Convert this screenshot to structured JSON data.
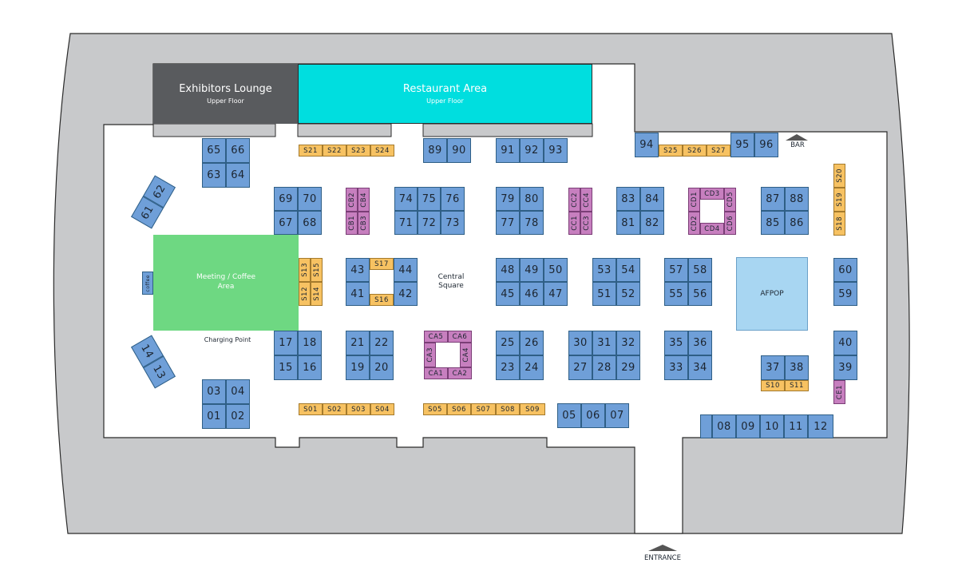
{
  "areas": {
    "exhibitors_lounge": {
      "title": "Exhibitors Lounge",
      "subtitle": "Upper Floor"
    },
    "restaurant": {
      "title": "Restaurant Area",
      "subtitle": "Upper Floor"
    },
    "meeting": {
      "title": "Meeting / Coffee\nArea"
    },
    "afpop": {
      "title": "AFPOP"
    },
    "coffee": {
      "title": "coffee"
    }
  },
  "labels": {
    "central_square": "Central\nSquare",
    "charging_point": "Charging Point",
    "bar": "BAR",
    "entrance": "ENTRANCE"
  },
  "booths": {
    "row_top": [
      "65",
      "66",
      "63",
      "64",
      "89",
      "90",
      "91",
      "92",
      "93",
      "94",
      "95",
      "96"
    ],
    "row2": [
      "69",
      "70",
      "67",
      "68",
      "74",
      "75",
      "76",
      "71",
      "72",
      "73",
      "79",
      "80",
      "77",
      "78",
      "83",
      "84",
      "81",
      "82",
      "87",
      "88",
      "85",
      "86"
    ],
    "row3": [
      "43",
      "44",
      "41",
      "42",
      "48",
      "49",
      "50",
      "45",
      "46",
      "47",
      "53",
      "54",
      "51",
      "52",
      "57",
      "58",
      "55",
      "56",
      "60",
      "59"
    ],
    "row4": [
      "17",
      "18",
      "15",
      "16",
      "21",
      "22",
      "19",
      "20",
      "25",
      "26",
      "23",
      "24",
      "30",
      "31",
      "32",
      "27",
      "28",
      "29",
      "35",
      "36",
      "33",
      "34",
      "37",
      "38",
      "40",
      "39"
    ],
    "row5": [
      "03",
      "04",
      "01",
      "02",
      "05",
      "06",
      "07",
      "08",
      "09",
      "10",
      "11",
      "12"
    ],
    "angled": [
      "61",
      "62",
      "14",
      "13"
    ],
    "sponsors": [
      "S01",
      "S02",
      "S03",
      "S04",
      "S05",
      "S06",
      "S07",
      "S08",
      "S09",
      "S10",
      "S11",
      "S12",
      "S13",
      "S14",
      "S15",
      "S16",
      "S17",
      "S18",
      "S19",
      "S20",
      "S21",
      "S22",
      "S23",
      "S24",
      "S25",
      "S26",
      "S27"
    ],
    "special": [
      "CA1",
      "CA2",
      "CA3",
      "CA4",
      "CA5",
      "CA6",
      "CB1",
      "CB2",
      "CB3",
      "CB4",
      "CC1",
      "CC2",
      "CC3",
      "CC4",
      "CD1",
      "CD2",
      "CD3",
      "CD4",
      "CD5",
      "CD6",
      "CE1"
    ]
  },
  "colors": {
    "booth": "#6f9fd8",
    "sponsor": "#f7c262",
    "special": "#c77fbf",
    "lounge": "#595b5e",
    "restaurant": "#00dedf",
    "meeting": "#6ed882",
    "afpop": "#a8d6f2",
    "building": "#c8c9cb",
    "floor": "#ffffff"
  }
}
